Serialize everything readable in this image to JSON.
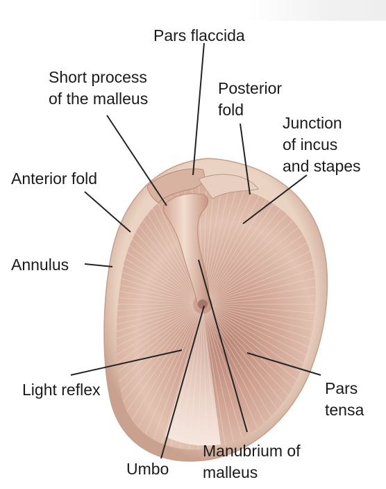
{
  "labels": {
    "pars_flaccida": "Pars flaccida",
    "short_process": "Short process\nof the malleus",
    "posterior_fold": "Posterior\nfold",
    "junction": "Junction\nof incus\nand stapes",
    "anterior_fold": "Anterior fold",
    "annulus": "Annulus",
    "light_reflex": "Light reflex",
    "pars_tensa": "Pars\ntensa",
    "manubrium": "Manubrium of\nmalleus",
    "umbo": "Umbo"
  },
  "colors": {
    "membrane_light": "#e9c9b8",
    "membrane_mid": "#cfa191",
    "membrane_dark": "#b0806f",
    "rim": "#f1dccd",
    "leader": "#222222",
    "text": "#1a1a1a"
  }
}
